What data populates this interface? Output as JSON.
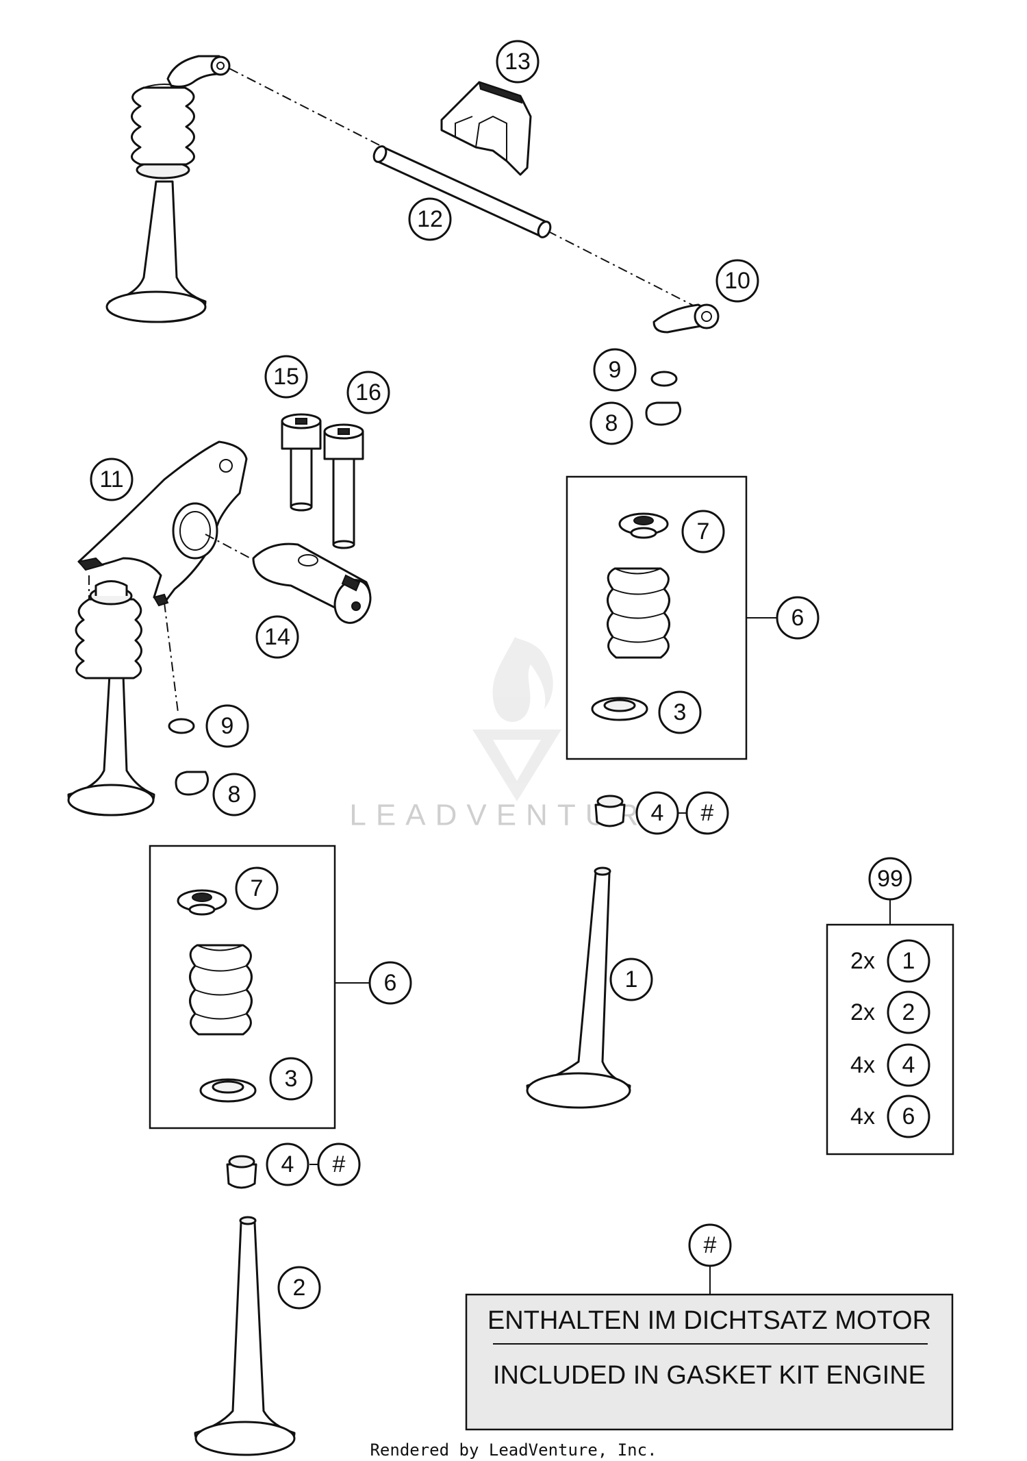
{
  "callouts": {
    "c13": "13",
    "c12": "12",
    "c10": "10",
    "c15": "15",
    "c16": "16",
    "c9a": "9",
    "c8a": "8",
    "c11": "11",
    "c7a": "7",
    "c6a": "6",
    "c14": "14",
    "c3a": "3",
    "c9b": "9",
    "c8b": "8",
    "c4a": "4",
    "c4a_hash": "#",
    "c7b": "7",
    "c99": "99",
    "c1": "1",
    "c6b": "6",
    "c3b": "3",
    "c4b": "4",
    "c4b_hash": "#",
    "c2": "2",
    "c_hash": "#"
  },
  "kit_list": [
    {
      "qty": "2x",
      "ref": "1"
    },
    {
      "qty": "2x",
      "ref": "2"
    },
    {
      "qty": "4x",
      "ref": "4"
    },
    {
      "qty": "4x",
      "ref": "6"
    }
  ],
  "note": {
    "line_de": "ENTHALTEN IM DICHTSATZ MOTOR",
    "line_en": "INCLUDED IN GASKET KIT ENGINE"
  },
  "watermark": "LEADVENTURE",
  "footer": "Rendered by LeadVenture, Inc."
}
